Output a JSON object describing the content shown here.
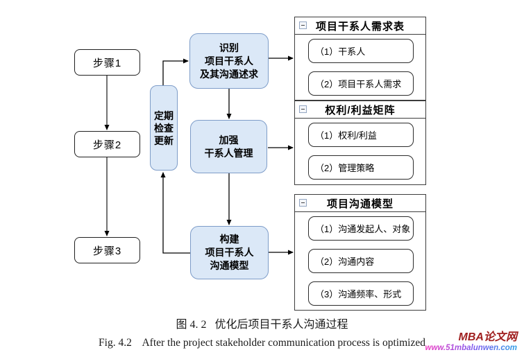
{
  "steps": [
    {
      "label": "步骤1"
    },
    {
      "label": "步骤2"
    },
    {
      "label": "步骤3"
    }
  ],
  "loop_box": {
    "text": "定期\n检查\n更新"
  },
  "process": [
    {
      "text": "识别\n项目干系人\n及其沟通述求"
    },
    {
      "text": "加强\n干系人管理"
    },
    {
      "text": "构建\n项目干系人\n沟通模型"
    }
  ],
  "groups": [
    {
      "title": "项目干系人需求表",
      "items": [
        {
          "label": "（1）干系人"
        },
        {
          "label": "（2）项目干系人需求"
        }
      ]
    },
    {
      "title": "权利/利益矩阵",
      "items": [
        {
          "label": "（1）权利/利益"
        },
        {
          "label": "（2）管理策略"
        }
      ]
    },
    {
      "title": "项目沟通模型",
      "items": [
        {
          "label": "（1）沟通发起人、对象"
        },
        {
          "label": "（2）沟通内容"
        },
        {
          "label": "（3）沟通频率、形式"
        }
      ]
    }
  ],
  "caption": {
    "zh": "图 4. 2   优化后项目干系人沟通过程",
    "en": "Fig. 4.2    After the project stakeholder communication process is optimized"
  },
  "watermark": {
    "brand": "MBA论文网",
    "url": "www.51mbalunwen.com"
  },
  "colors": {
    "node_fill": "#dbe8f7",
    "node_border": "#7d9cc8",
    "connector": "#000000",
    "logo_red": "#a02020"
  }
}
